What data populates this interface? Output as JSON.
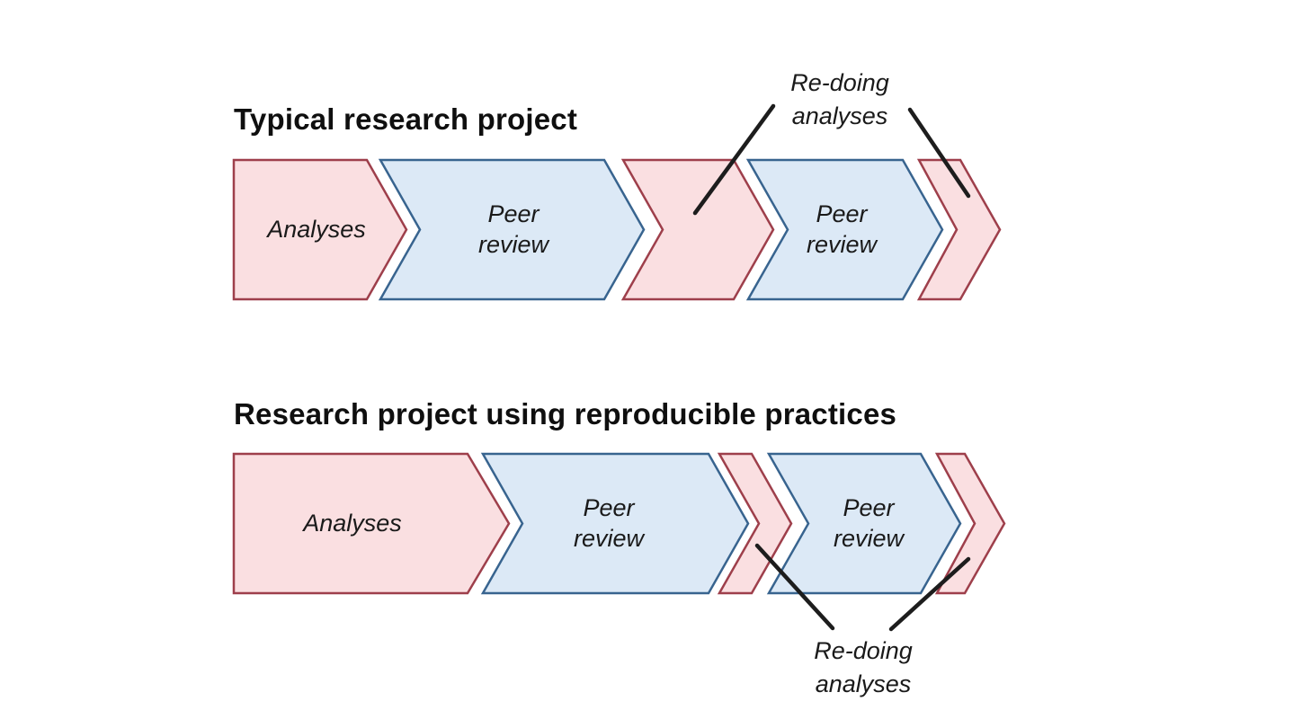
{
  "colors": {
    "pink_fill": "#fadfe1",
    "red_border": "#9e3f4b",
    "blue_fill": "#dce9f6",
    "blue_border": "#38648f",
    "annotation_line": "#1d1d1d"
  },
  "top_section": {
    "title": "Typical research project",
    "steps": {
      "analyses": "Analyses",
      "peer_review_1": {
        "line1": "Peer",
        "line2": "review"
      },
      "peer_review_2": {
        "line1": "Peer",
        "line2": "review"
      }
    },
    "annotation": {
      "line1": "Re-doing",
      "line2": "analyses"
    }
  },
  "bottom_section": {
    "title": "Research project using reproducible practices",
    "steps": {
      "analyses": "Analyses",
      "peer_review_1": {
        "line1": "Peer",
        "line2": "review"
      },
      "peer_review_2": {
        "line1": "Peer",
        "line2": "review"
      }
    },
    "annotation": {
      "line1": "Re-doing",
      "line2": "analyses"
    }
  }
}
